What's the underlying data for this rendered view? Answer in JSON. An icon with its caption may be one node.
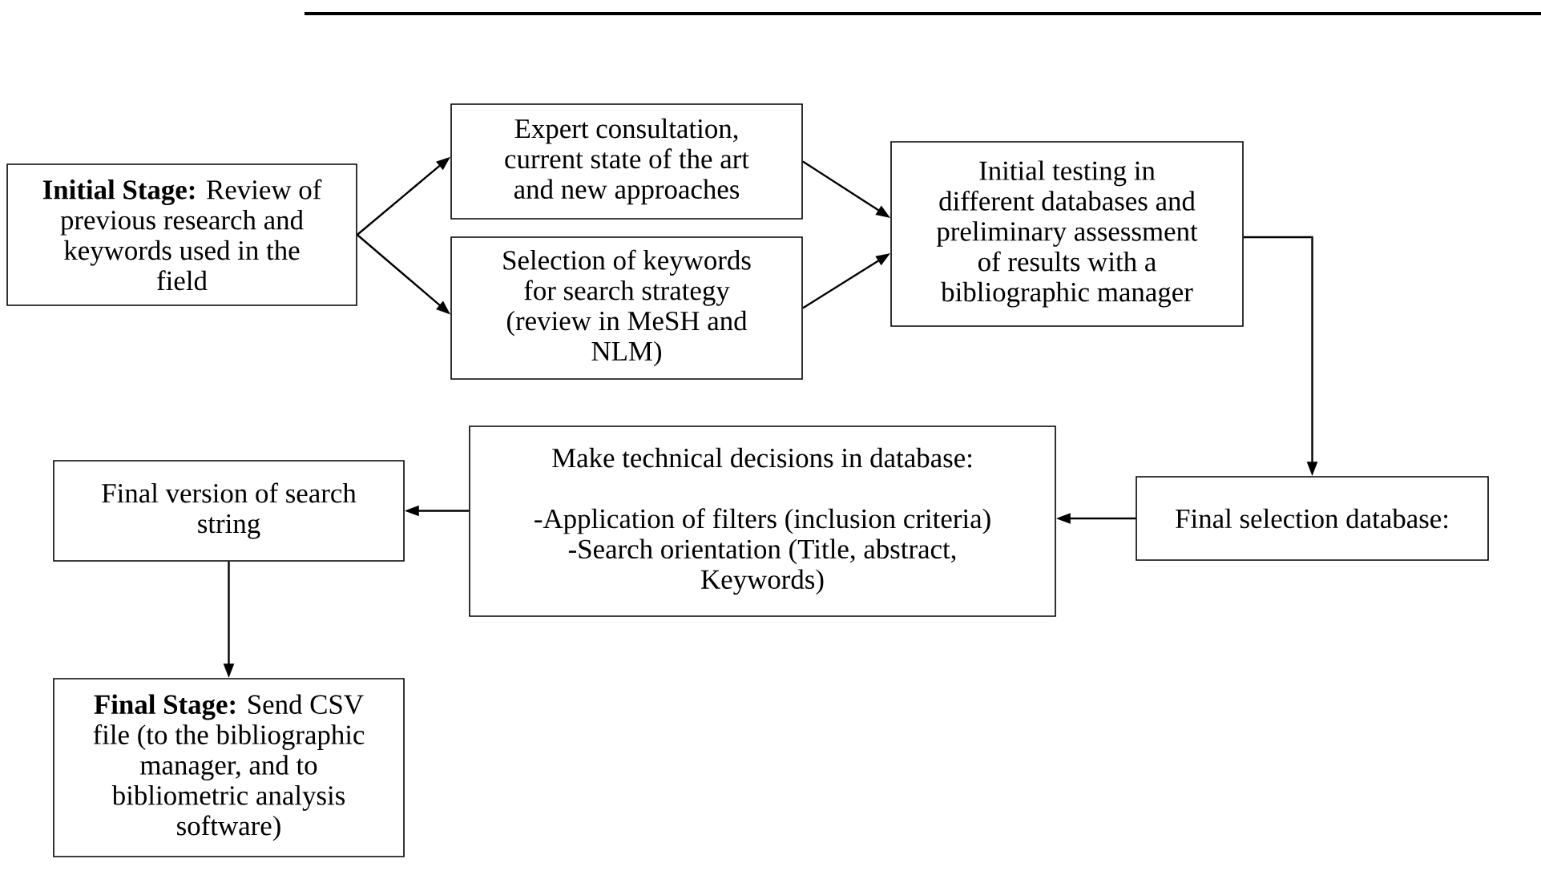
{
  "diagram": {
    "nodes": [
      {
        "text": [
          "**Initial Stage:** Review of previous research and keywords used in the field"
        ]
      },
      {
        "text": [
          "Expert consultation, current state of the art and new approaches"
        ]
      },
      {
        "text": [
          "Selection of keywords for search strategy (review in MeSH and NLM)"
        ]
      },
      {
        "text": [
          "Initial testing in different databases and preliminary assessment of results with a bibliographic manager"
        ]
      },
      {
        "text": [
          "Final selection database:"
        ]
      },
      {
        "text": [
          "Make technical decisions in database:",
          "-Application of filters (inclusion criteria)",
          "-Search orientation (Title, abstract, Keywords)"
        ]
      },
      {
        "text": [
          "Final version of search string"
        ]
      },
      {
        "text": [
          "**Final Stage:** Send CSV file (to the bibliographic manager, and to bibliometric analysis software)"
        ]
      }
    ],
    "edges": [
      {
        "from": 0,
        "to": 1,
        "arrow": "to"
      },
      {
        "from": 0,
        "to": 2,
        "arrow": "to"
      },
      {
        "from": 1,
        "to": 3,
        "arrow": "to"
      },
      {
        "from": 2,
        "to": 3,
        "arrow": "to"
      },
      {
        "from": 3,
        "to": 4,
        "arrow": "to"
      },
      {
        "from": 4,
        "to": 5,
        "arrow": "to"
      },
      {
        "from": 5,
        "to": 6,
        "arrow": "to"
      },
      {
        "from": 6,
        "to": 7,
        "arrow": "to"
      }
    ]
  }
}
